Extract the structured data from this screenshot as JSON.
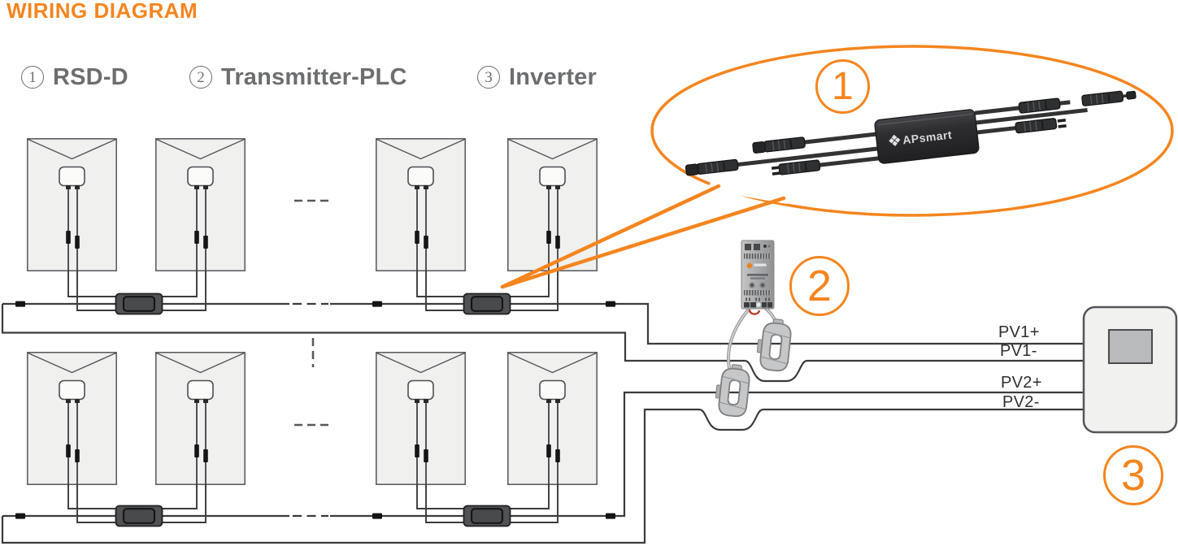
{
  "header": {
    "title": "WIRING DIAGRAM"
  },
  "legend": {
    "items": [
      {
        "num": "1",
        "label": "RSD-D"
      },
      {
        "num": "2",
        "label": "Transmitter-PLC"
      },
      {
        "num": "3",
        "label": "Inverter"
      }
    ]
  },
  "callouts": {
    "rsd": "1",
    "transmitter": "2",
    "inverter": "3"
  },
  "inverter_terminals": {
    "pv1_plus": "PV1+",
    "pv1_minus": "PV1-",
    "pv2_plus": "PV2+",
    "pv2_minus": "PV2-"
  },
  "product": {
    "brand": "APsmart"
  },
  "colors": {
    "accent_orange": "#f5851f",
    "wire": "#3a3b3d",
    "legend_text": "#6c6e70",
    "panel_fill": "#f0f0ee"
  }
}
